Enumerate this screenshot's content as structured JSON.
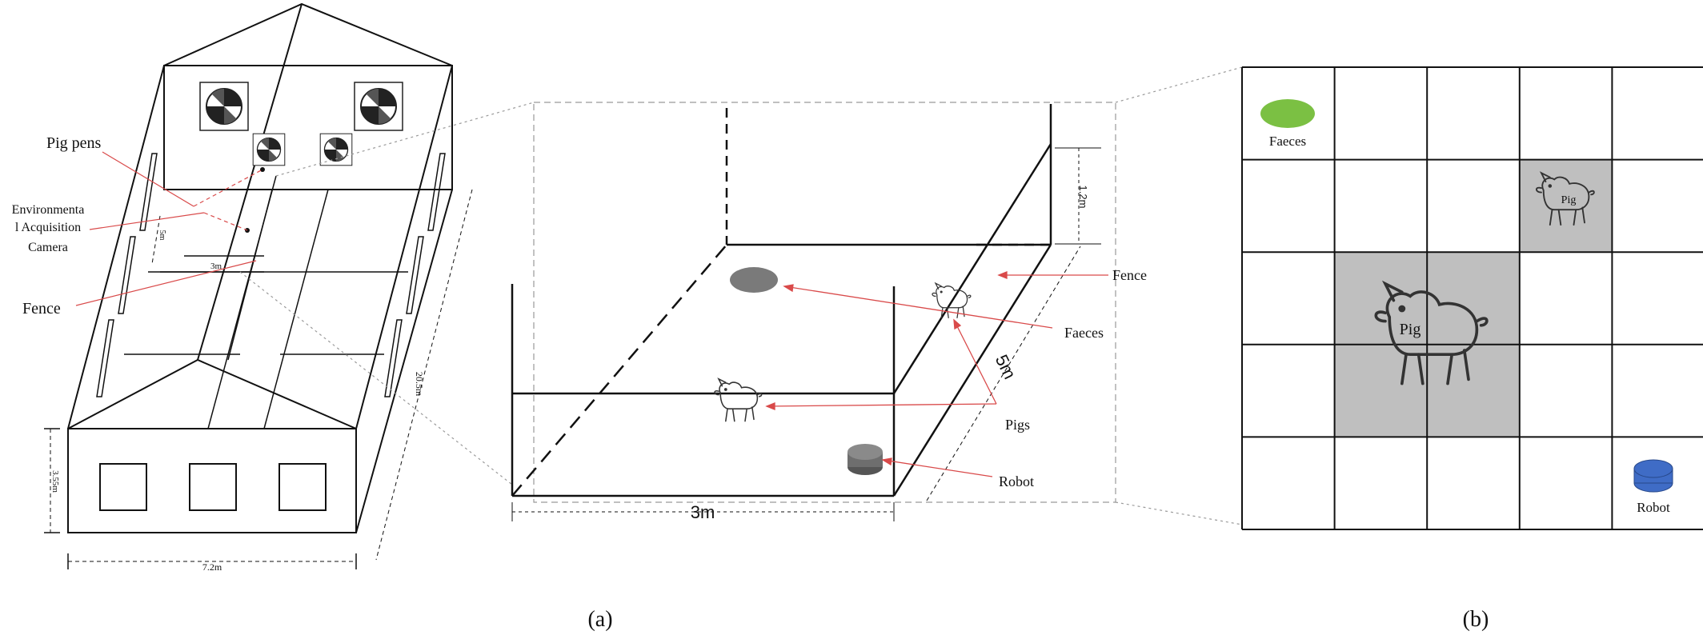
{
  "building": {
    "labels": {
      "pig_pens": "Pig pens",
      "camera_line1": "Environmenta",
      "camera_line2": "l Acquisition",
      "camera_line3": "Camera",
      "fence": "Fence"
    },
    "dims": {
      "pen_width": "3m",
      "pen_depth": "5m",
      "length": "20.5m",
      "height": "3.55m",
      "width": "7.2m"
    }
  },
  "pen": {
    "labels": {
      "fence": "Fence",
      "faeces": "Faeces",
      "pigs": "Pigs",
      "robot": "Robot"
    },
    "dims": {
      "width": "3m",
      "depth": "5m",
      "height": "1.2m"
    }
  },
  "grid": {
    "rows": 5,
    "cols": 5,
    "labels": {
      "faeces": "Faeces",
      "pig_small": "Pig",
      "pig_large": "Pig",
      "robot": "Robot"
    },
    "colors": {
      "faeces": "#7bc043",
      "occupied": "#bfbfbf",
      "robot": "#3f6cc6"
    }
  },
  "captions": {
    "a": "(a)",
    "b": "(b)"
  }
}
